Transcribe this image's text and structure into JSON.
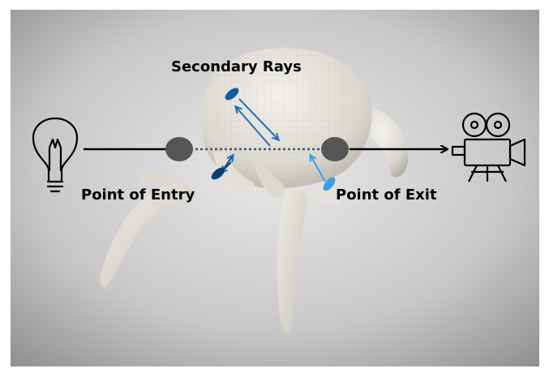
{
  "labels": {
    "secondary_rays": "Secondary Rays",
    "point_of_entry": "Point of Entry",
    "point_of_exit": "Point of Exit"
  },
  "icons": [
    "light-bulb-icon",
    "movie-camera-icon"
  ],
  "colors": {
    "primary_ray": "#000000",
    "secondary_ray_dark": "#0a4f8f",
    "secondary_ray_light": "#3d9de0",
    "contact_point": "#555555"
  }
}
